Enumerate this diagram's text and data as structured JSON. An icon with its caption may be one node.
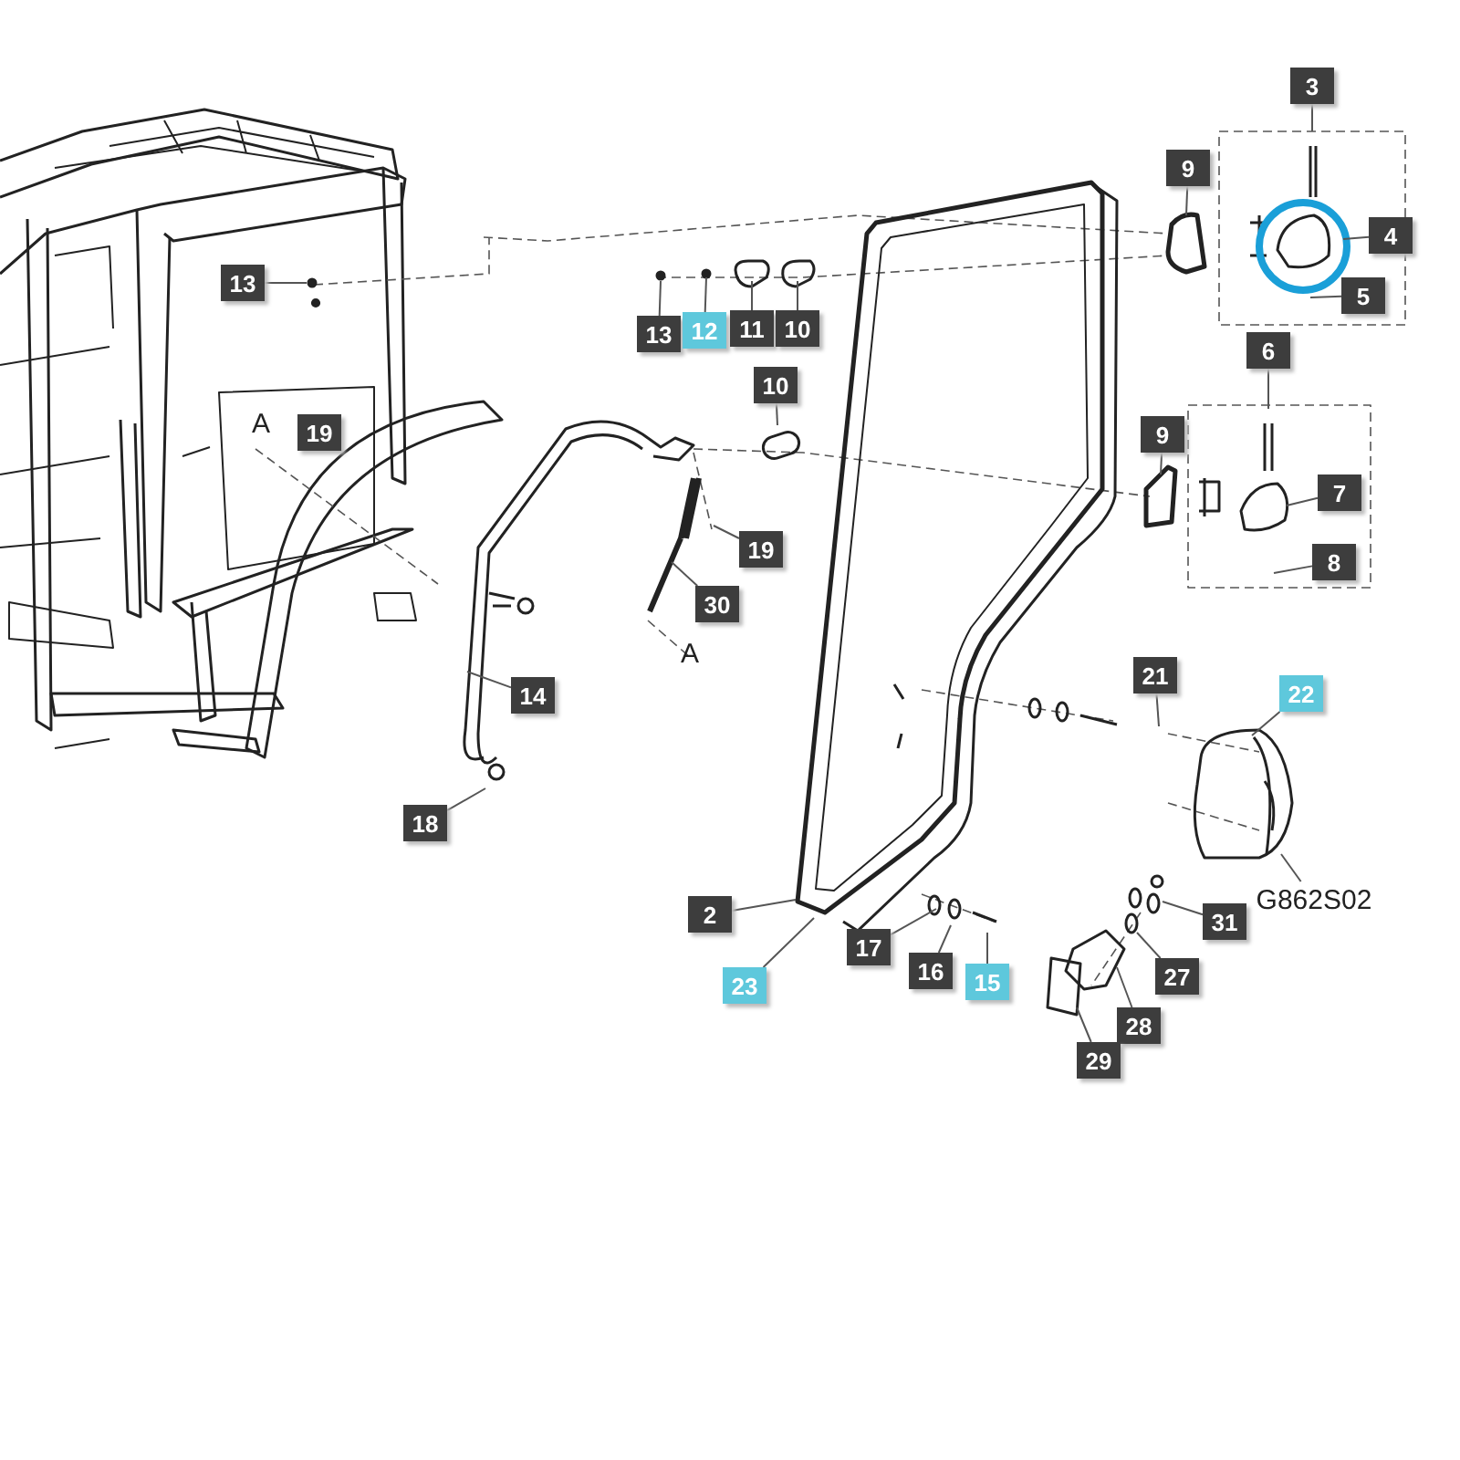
{
  "diagram": {
    "nodes": [
      {
        "text": [
          "3"
        ]
      },
      {
        "text": [
          "9"
        ]
      },
      {
        "text": [
          "4"
        ]
      },
      {
        "text": [
          "13"
        ]
      },
      {
        "text": [
          "5"
        ]
      },
      {
        "text": [
          "13"
        ]
      },
      {
        "text": [
          "12"
        ]
      },
      {
        "text": [
          "11"
        ]
      },
      {
        "text": [
          "10"
        ]
      },
      {
        "text": [
          "6"
        ]
      },
      {
        "text": [
          "10"
        ]
      },
      {
        "text": [
          "9"
        ]
      },
      {
        "text": [
          "7"
        ]
      },
      {
        "text": [
          "19"
        ]
      },
      {
        "text": [
          "8"
        ]
      },
      {
        "text": [
          "30"
        ]
      },
      {
        "text": [
          "21"
        ]
      },
      {
        "text": [
          "14"
        ]
      },
      {
        "text": [
          "22"
        ]
      },
      {
        "text": [
          "18"
        ]
      },
      {
        "text": [
          "G862S02"
        ]
      },
      {
        "text": [
          "2"
        ]
      },
      {
        "text": [
          "31"
        ]
      },
      {
        "text": [
          "17"
        ]
      },
      {
        "text": [
          "16"
        ]
      },
      {
        "text": [
          "23"
        ]
      },
      {
        "text": [
          "15"
        ]
      },
      {
        "text": [
          "27"
        ]
      },
      {
        "text": [
          "28"
        ]
      },
      {
        "text": [
          "29"
        ]
      },
      {
        "text": [
          "19"
        ]
      }
    ],
    "edges": [
      {
        "from": 0,
        "to": null,
        "arrow": "none"
      },
      {
        "from": 1,
        "to": null,
        "arrow": "none"
      },
      {
        "from": 2,
        "to": null,
        "arrow": "none"
      },
      {
        "from": 3,
        "to": null,
        "arrow": "none"
      },
      {
        "from": 4,
        "to": null,
        "arrow": "none"
      },
      {
        "from": 5,
        "to": null,
        "arrow": "none"
      },
      {
        "from": 6,
        "to": null,
        "arrow": "none"
      },
      {
        "from": 7,
        "to": null,
        "arrow": "none"
      },
      {
        "from": 8,
        "to": null,
        "arrow": "none"
      },
      {
        "from": 9,
        "to": null,
        "arrow": "none"
      },
      {
        "from": 10,
        "to": null,
        "arrow": "none"
      },
      {
        "from": 11,
        "to": null,
        "arrow": "none"
      },
      {
        "from": 12,
        "to": null,
        "arrow": "none"
      },
      {
        "from": 13,
        "to": null,
        "arrow": "none"
      },
      {
        "from": 14,
        "to": null,
        "arrow": "none"
      },
      {
        "from": 15,
        "to": null,
        "arrow": "none"
      },
      {
        "from": 16,
        "to": null,
        "arrow": "none"
      },
      {
        "from": 17,
        "to": null,
        "arrow": "none"
      },
      {
        "from": 18,
        "to": null,
        "arrow": "none"
      },
      {
        "from": 19,
        "to": null,
        "arrow": "none"
      },
      {
        "from": 20,
        "to": null,
        "arrow": "none"
      },
      {
        "from": 21,
        "to": null,
        "arrow": "none"
      },
      {
        "from": 22,
        "to": null,
        "arrow": "none"
      },
      {
        "from": 23,
        "to": null,
        "arrow": "none"
      },
      {
        "from": 24,
        "to": null,
        "arrow": "none"
      },
      {
        "from": 25,
        "to": null,
        "arrow": "none"
      },
      {
        "from": 26,
        "to": null,
        "arrow": "none"
      },
      {
        "from": 27,
        "to": null,
        "arrow": "none"
      },
      {
        "from": 28,
        "to": null,
        "arrow": "none"
      },
      {
        "from": 29,
        "to": null,
        "arrow": "none"
      }
    ],
    "labels": [
      "A",
      "A"
    ]
  }
}
